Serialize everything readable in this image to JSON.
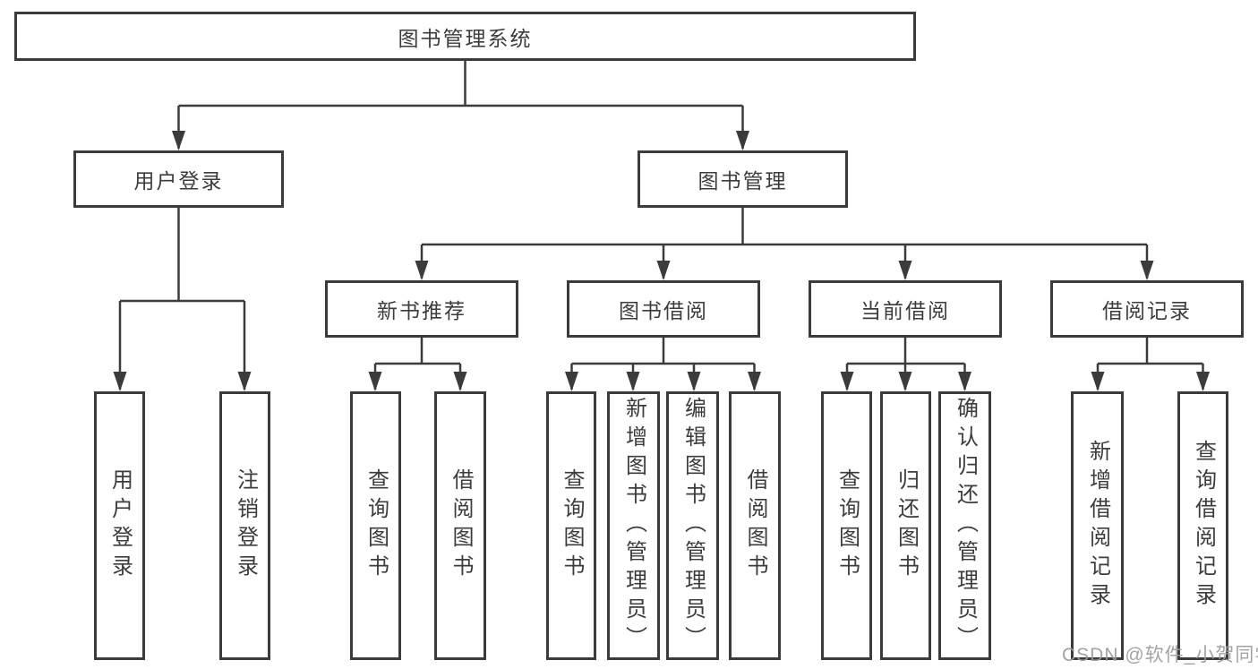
{
  "diagram": {
    "title": "图书管理系统",
    "level2": {
      "user_login": "用户登录",
      "book_management": "图书管理"
    },
    "level3": {
      "new_book_recommend": "新书推荐",
      "book_borrow": "图书借阅",
      "current_borrow": "当前借阅",
      "borrow_records": "借阅记录"
    },
    "leaves": {
      "user_login": "用户登录",
      "logout": "注销登录",
      "nb_query_books": "查询图书",
      "nb_borrow_books": "借阅图书",
      "bb_query_books": "查询图书",
      "bb_add_books": "新增图书（管理员）",
      "bb_edit_books": "编辑图书（管理员）",
      "bb_borrow_books": "借阅图书",
      "cb_query_books": "查询图书",
      "cb_return_books": "归还图书",
      "cb_confirm_return": "确认归还（管理员）",
      "br_add_record": "新增借阅记录",
      "br_query_record": "查询借阅记录"
    }
  },
  "watermark": "CSDN @软件_小贺同学",
  "colors": {
    "line": "#3b3b3b",
    "text": "#3c3c3c",
    "node_bg": "#ffffff",
    "background": "#ffffff",
    "watermark": "#9c9c9c"
  }
}
